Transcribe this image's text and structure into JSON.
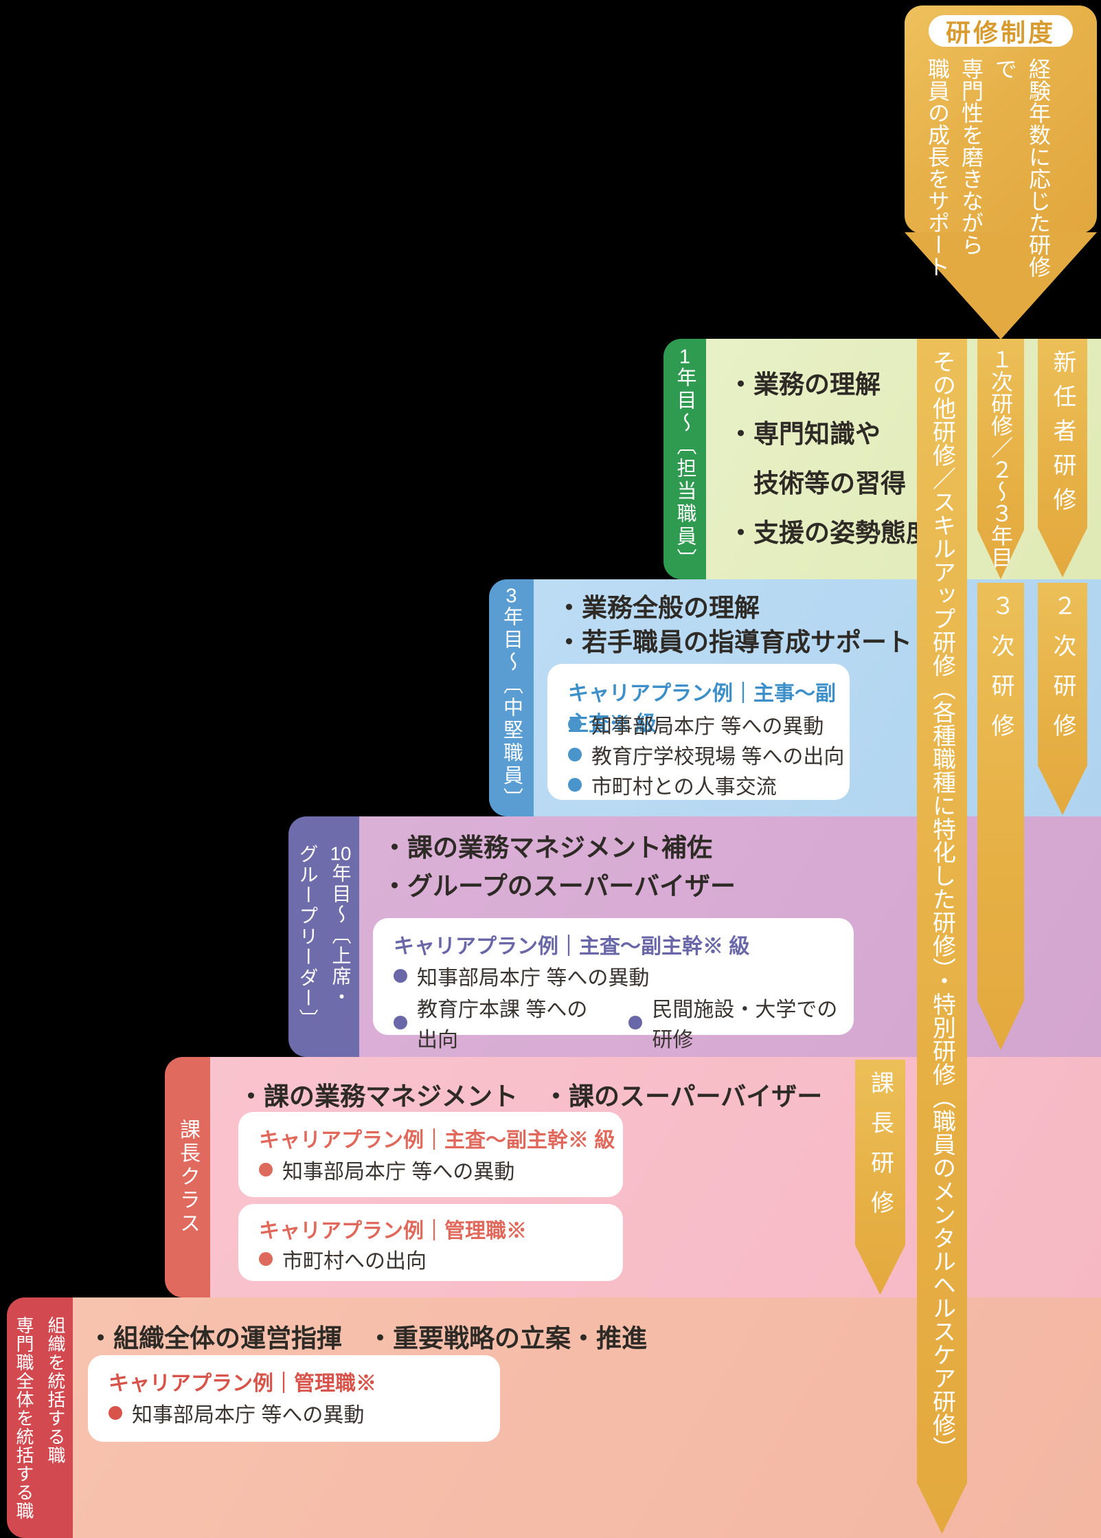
{
  "banner": {
    "title": "研修制度",
    "tagline_lines": [
      "経験年数に応じた研修で",
      "専門性を磨きながら",
      "職員の成長をサポート"
    ]
  },
  "ribbons": {
    "other": "その他研修／スキルアップ研修（各種職種に特化した研修）・特別研修（職員のメンタルヘルスケア研修）",
    "first": "１次研修／２～３年目",
    "newcomer": "新任者研修",
    "third": "３次研修",
    "second": "２次研修",
    "kacho": "課長研修"
  },
  "stages": [
    {
      "id": "staff",
      "tab_num": "1",
      "tab_text": "年目～〔担当職員〕",
      "points_lines": [
        "・業務の理解",
        "・専門知識や",
        "　技術等の習得",
        "・支援の姿勢態度"
      ]
    },
    {
      "id": "mid",
      "tab_num": "3",
      "tab_text": "年目～〔中堅職員〕",
      "points_lines": [
        "・業務全般の理解",
        "・若手職員の指導育成サポート"
      ],
      "plan": {
        "title": "キャリアプラン例｜主事～副主査※ 級",
        "items": [
          "知事部局本庁 等への異動",
          "教育庁学校現場 等への出向",
          "市町村との人事交流"
        ]
      }
    },
    {
      "id": "senior",
      "tab_num": "10",
      "tab_text_line1": "年目～〔上席・",
      "tab_text_line2": "グループリーダー〕",
      "points_lines": [
        "・課の業務マネジメント補佐",
        "・グループのスーパーバイザー"
      ],
      "plan": {
        "title": "キャリアプラン例｜主査～副主幹※ 級",
        "items": [
          "知事部局本庁 等への異動",
          "教育庁本課 等への出向",
          "民間施設・大学での研修"
        ]
      }
    },
    {
      "id": "kacho",
      "tab_text": "課長クラス",
      "points_line": "・課の業務マネジメント　・課のスーパーバイザー",
      "plans": [
        {
          "title": "キャリアプラン例｜主査～副主幹※ 級",
          "items": [
            "知事部局本庁 等への異動"
          ]
        },
        {
          "title": "キャリアプラン例｜管理職※",
          "items": [
            "市町村への出向"
          ]
        }
      ]
    },
    {
      "id": "exec",
      "tab_text_line1": "組織を統括する職",
      "tab_text_line2": "専門職全体を統括する職",
      "points_line": "・組織全体の運営指揮　・重要戦略の立案・推進",
      "plans": [
        {
          "title": "キャリアプラン例｜管理職※",
          "items": [
            "知事部局本庁 等への異動"
          ]
        }
      ]
    }
  ],
  "colors": {
    "gold": "#e6b045",
    "staff_tab": "#2f9b51",
    "staff_box": "#e4edbf",
    "mid_tab": "#5a9dd3",
    "mid_box": "#b6d8f1",
    "mid_accent": "#3c8fc9",
    "senior_tab": "#6f6cab",
    "senior_box": "#d7abd3",
    "senior_accent": "#6a67a9",
    "kacho_tab": "#e06a5e",
    "kacho_box": "#f8bfc9",
    "kacho_accent": "#e0695c",
    "exec_tab": "#d24a50",
    "exec_box": "#f5bda9",
    "exec_accent": "#d8544b",
    "text": "#2e2a26",
    "background": "#000000"
  }
}
